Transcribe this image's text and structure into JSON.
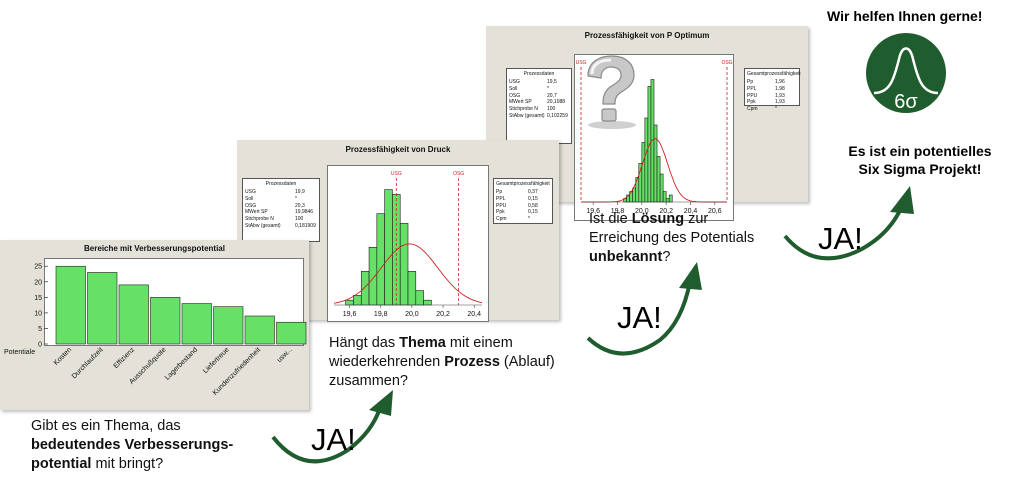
{
  "panel1": {
    "title": "Bereiche mit Verbesserungspotential",
    "ylabel": "Potentiale",
    "chart_data": {
      "type": "bar",
      "title": "Bereiche mit Verbesserungspotential",
      "ylabel": "Potentiale",
      "categories": [
        "Kosten",
        "Durchlaufzeit",
        "Effizienz",
        "Ausschußquote",
        "Lagerbestand",
        "Liefertreue",
        "Kundenzufriedenheit",
        "usw..."
      ],
      "values": [
        25,
        23,
        19,
        15,
        13,
        12,
        9,
        7
      ],
      "yticks": [
        0,
        5,
        10,
        15,
        20,
        25
      ],
      "ylim": [
        0,
        27
      ],
      "bar_color": "#66e066"
    }
  },
  "panel2": {
    "title": "Prozessfähigkeit von Druck",
    "stats_left": {
      "title": "Prozessdaten",
      "rows": [
        [
          "USG",
          "19,9"
        ],
        [
          "Soll",
          "*"
        ],
        [
          "OSG",
          "20,3"
        ],
        [
          "MWert SP",
          "19,9846"
        ],
        [
          "Stichprobe N",
          "100"
        ],
        [
          "StAbw (gesamt)",
          "0,181909"
        ]
      ]
    },
    "stats_right": {
      "title": "Gesamtprozessfähigkeit",
      "rows": [
        [
          "Pp",
          "0,37"
        ],
        [
          "PPL",
          "0,15"
        ],
        [
          "PPU",
          "0,58"
        ],
        [
          "Ppk",
          "0,15"
        ],
        [
          "Cpm",
          "*"
        ]
      ]
    },
    "chart_data": {
      "type": "bar",
      "xticks": [
        "19,6",
        "19,8",
        "20,0",
        "20,2",
        "20,4"
      ],
      "spec_labels": [
        "USG",
        "OSG"
      ],
      "bin_start": 19.575,
      "bin_width": 0.05,
      "values": [
        1,
        2,
        7,
        12,
        19,
        24,
        23,
        17,
        7,
        3,
        1
      ],
      "xlim": [
        19.5,
        20.45
      ],
      "ylim": [
        0,
        26
      ],
      "usg": 19.9,
      "osg": 20.3,
      "mean": 19.9846,
      "sd": 0.181909,
      "bar_color": "#66e066"
    }
  },
  "panel3": {
    "title": "Prozessfähigkeit von P Optimum",
    "stats_left": {
      "title": "Prozessdaten",
      "rows": [
        [
          "USG",
          "19,5"
        ],
        [
          "Soll",
          "*"
        ],
        [
          "OSG",
          "20,7"
        ],
        [
          "MWert SP",
          "20,1088"
        ],
        [
          "Stichprobe N",
          "100"
        ],
        [
          "StAbw (gesamt)",
          "0,102259"
        ]
      ]
    },
    "stats_right": {
      "title": "Gesamtprozessfähigkeit",
      "rows": [
        [
          "Pp",
          "1,96"
        ],
        [
          "PPL",
          "1,98"
        ],
        [
          "PPU",
          "1,93"
        ],
        [
          "Ppk",
          "1,93"
        ],
        [
          "Cpm",
          "*"
        ]
      ]
    },
    "chart_data": {
      "type": "bar",
      "xticks": [
        "19,6",
        "19,8",
        "20,0",
        "20,2",
        "20,4",
        "20,6"
      ],
      "spec_labels": [
        "USG",
        "OSG"
      ],
      "bin_start": 19.85,
      "bin_width": 0.025,
      "values": [
        1,
        2,
        3,
        4,
        7,
        11,
        17,
        24,
        33,
        35,
        22,
        13,
        8,
        3,
        1,
        2
      ],
      "xlim": [
        19.5,
        20.7
      ],
      "ylim": [
        0,
        38
      ],
      "usg": 19.5,
      "osg": 20.7,
      "mean": 20.1088,
      "sd": 0.102259,
      "bar_color": "#66e066"
    }
  },
  "q1": {
    "l1": "Gibt es ein Thema, das",
    "l2": "bedeutendes Verbesserungs-",
    "l3b": "potential",
    "l3": " mit bringt?"
  },
  "q2": {
    "l1a": "Hängt das ",
    "l1b": "Thema",
    "l1c": " mit einem",
    "l2a": "wiederkehrenden ",
    "l2b": "Prozess",
    "l2c": " (Ablauf)",
    "l3": "zusammen?"
  },
  "q3": {
    "l1a": "Ist die ",
    "l1b": "Lösung",
    "l1c": " zur",
    "l2": "Erreichung des Potentials",
    "l3b": "unbekannt",
    "l3": "?"
  },
  "ja1": "JA!",
  "ja2": "JA!",
  "ja3": "JA!",
  "header": "Wir helfen Ihnen gerne!",
  "logo": {
    "text": "6σ",
    "color": "#1f5c2e"
  },
  "conclusion": {
    "l1": "Es ist ein potentielles",
    "l2": "Six Sigma Projekt!"
  },
  "colors": {
    "arrow": "#1f5c2e",
    "bar": "#66e066",
    "spec": "#cc2222"
  }
}
